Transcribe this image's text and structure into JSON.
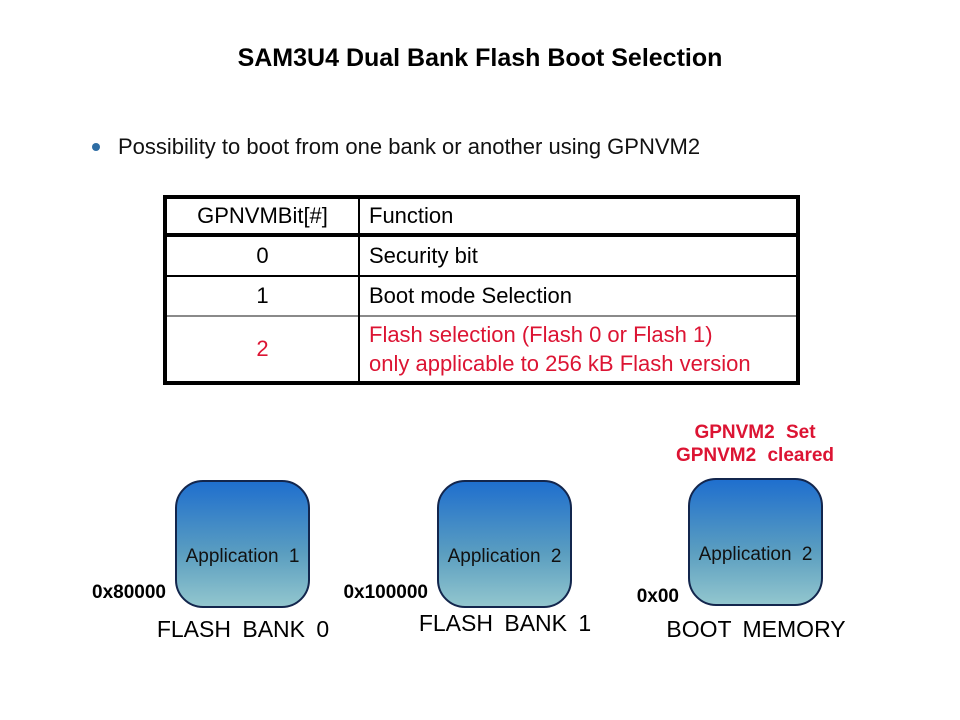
{
  "title": "SAM3U4 Dual Bank Flash Boot Selection",
  "bullet": {
    "text": "Possibility to boot from one bank or another using GPNVM2"
  },
  "table": {
    "headers": {
      "bit": "GPNVMBit[#]",
      "function": "Function"
    },
    "rows": [
      {
        "bit": "0",
        "function": "Security bit"
      },
      {
        "bit": "1",
        "function": "Boot mode Selection"
      },
      {
        "bit": "2",
        "function": "Flash selection (Flash 0 or Flash 1)\nonly applicable to 256 kB Flash version"
      }
    ]
  },
  "annotation": {
    "line1": "GPNVM2 Set",
    "line2": "GPNVM2 cleared"
  },
  "diagram": {
    "banks": [
      {
        "address": "0x80000",
        "app_label": "Application 1",
        "caption": "FLASH BANK 0"
      },
      {
        "address": "0x100000",
        "app_label": "Application 2",
        "caption": "FLASH BANK 1"
      },
      {
        "address": "0x00",
        "app_label": "Application 2",
        "caption": "BOOT MEMORY"
      }
    ]
  },
  "colors": {
    "accent_red": "#dc1433",
    "bullet_blue": "#2e6da4",
    "shape_gradient_top": "#1f6fce",
    "shape_gradient_mid": "#5b9ec0",
    "shape_gradient_bottom": "#92c6ce",
    "shape_border": "#13264d",
    "table_border": "#000000",
    "row_divider_gray": "#8a8a8a"
  }
}
